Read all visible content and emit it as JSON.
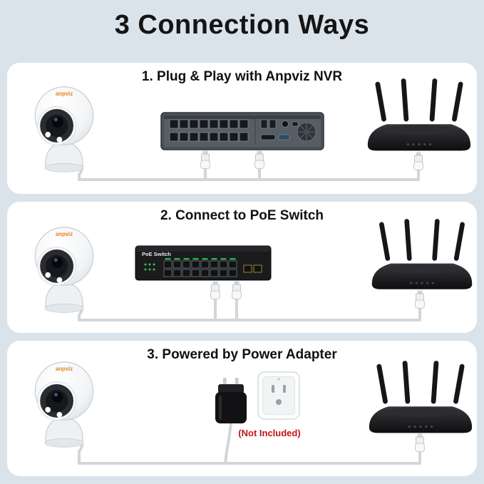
{
  "page": {
    "title": "3 Connection Ways"
  },
  "sections": [
    {
      "title": "1. Plug & Play with Anpviz NVR"
    },
    {
      "title": "2. Connect to PoE Switch",
      "switch_label": "PoE Switch"
    },
    {
      "title": "3. Powered by Power Adapter",
      "note": "(Not Included)"
    }
  ],
  "camera": {
    "logo": "anpviz"
  },
  "illustrations": {
    "camera": "dome-camera",
    "router": "wifi-router",
    "nvr": "nvr-recorder",
    "switch": "poe-switch",
    "adapter": "power-adapter",
    "outlet": "wall-outlet",
    "connector": "rj45-connector",
    "cable": "ethernet-cable"
  },
  "colors": {
    "background": "#dbe3ea",
    "panel": "#ffffff",
    "heading": "#141414",
    "note_red": "#c21414",
    "cable": "#d3d6d9",
    "device_black": "#17181a",
    "port_green": "#2fae47"
  }
}
